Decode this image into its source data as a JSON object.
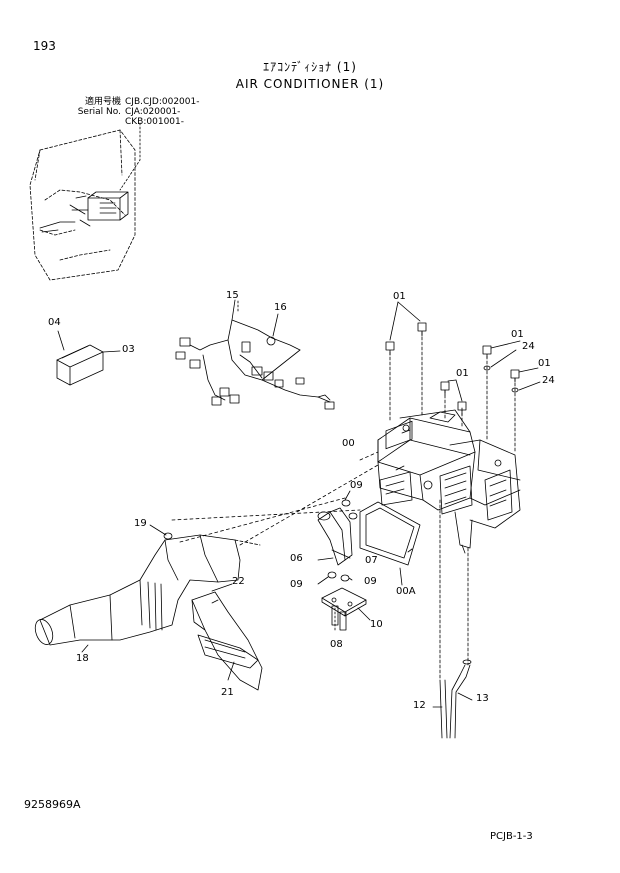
{
  "header": {
    "page_number": "193",
    "title_jp": "ｴｱｺﾝﾃﾞｨｼｮﾅ (1)",
    "title_en": "AIR CONDITIONER (1)"
  },
  "serial": {
    "rows": [
      {
        "label": "適用号機",
        "value": "CJB.CJD:002001-"
      },
      {
        "label": "Serial No.",
        "value": "CJA:020001-"
      },
      {
        "label": "",
        "value": "CKB:001001-"
      }
    ]
  },
  "callouts": {
    "c01a": "01",
    "c01b": "01",
    "c01c": "01",
    "c01d": "01",
    "c24a": "24",
    "c24b": "24",
    "c00": "00",
    "c00A": "00A",
    "c03": "03",
    "c04": "04",
    "c06": "06",
    "c07": "07",
    "c08": "08",
    "c09a": "09",
    "c09b": "09",
    "c09c": "09",
    "c10": "10",
    "c12": "12",
    "c13": "13",
    "c15": "15",
    "c16": "16",
    "c18": "18",
    "c19": "19",
    "c21": "21",
    "c22": "22"
  },
  "footer": {
    "drawing_number": "9258969A",
    "page_code": "PCJB-1-3"
  }
}
